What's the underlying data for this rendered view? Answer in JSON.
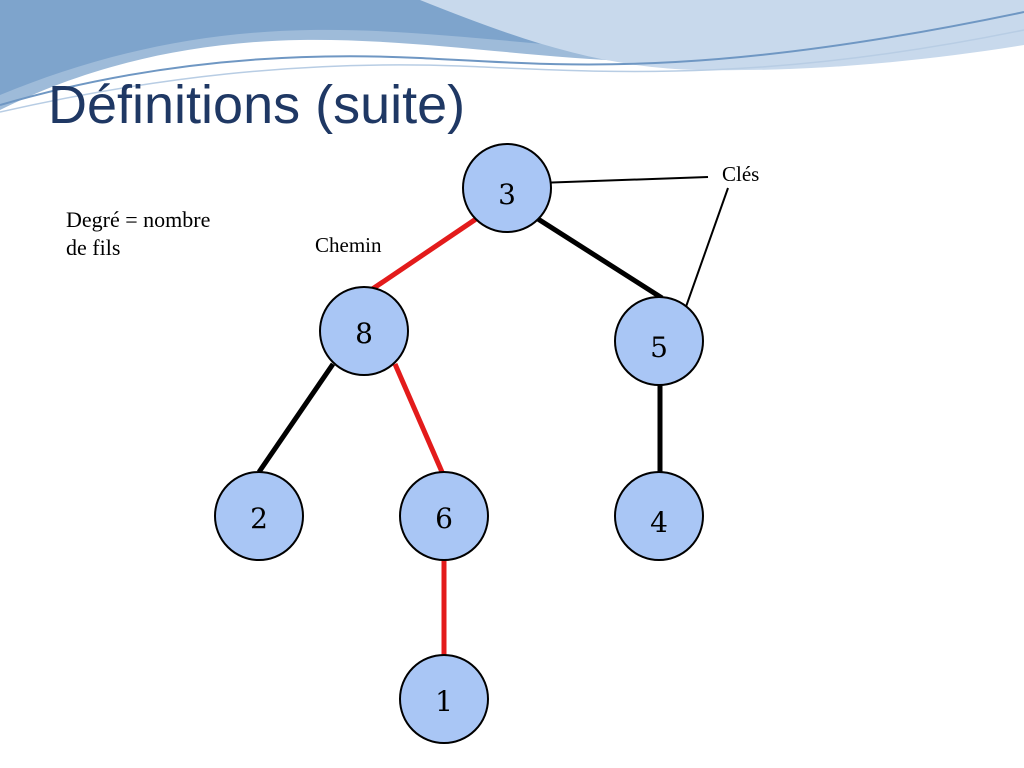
{
  "slide": {
    "title": "Définitions (suite)",
    "degree_note_line1": "Degré = nombre",
    "degree_note_line2": "de fils"
  },
  "annotations": {
    "path_label": "Chemin",
    "keys_label": "Clés"
  },
  "tree": {
    "nodes": [
      {
        "id": "n3",
        "key": "3"
      },
      {
        "id": "n8",
        "key": "8"
      },
      {
        "id": "n5",
        "key": "5"
      },
      {
        "id": "n2",
        "key": "2"
      },
      {
        "id": "n6",
        "key": "6"
      },
      {
        "id": "n4",
        "key": "4"
      },
      {
        "id": "n1",
        "key": "1"
      }
    ],
    "edges": [
      {
        "from": "3",
        "to": "8",
        "on_path": true
      },
      {
        "from": "3",
        "to": "5",
        "on_path": false
      },
      {
        "from": "8",
        "to": "2",
        "on_path": false
      },
      {
        "from": "8",
        "to": "6",
        "on_path": true
      },
      {
        "from": "5",
        "to": "4",
        "on_path": false
      },
      {
        "from": "6",
        "to": "1",
        "on_path": true
      }
    ]
  },
  "colors": {
    "node_fill": "#a9c6f5",
    "node_stroke": "#000000",
    "path_edge": "#e31b1b",
    "normal_edge": "#000000",
    "title": "#1f3864",
    "banner": "#8fb2d8"
  }
}
